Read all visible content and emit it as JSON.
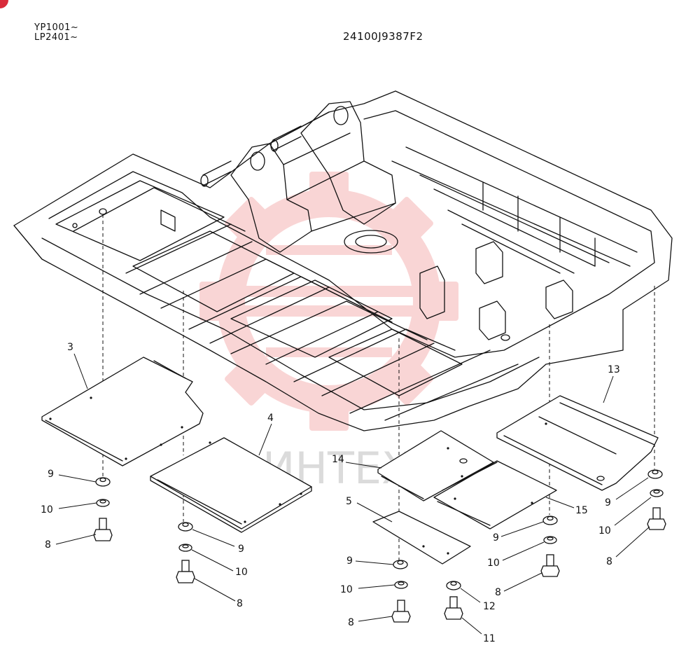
{
  "header": {
    "serial_range_1": "YP1001~",
    "serial_range_2": "LP2401~",
    "drawing_number": "24100J9387F2"
  },
  "watermark": {
    "text": "ИНТЕХ",
    "color": "#f08a8a"
  },
  "callouts": {
    "c3": "3",
    "c4": "4",
    "c5": "5",
    "c13": "13",
    "c14": "14",
    "c15": "15",
    "c9a": "9",
    "c10a": "10",
    "c8a": "8",
    "c9b": "9",
    "c10b": "10",
    "c8b": "8",
    "c9c": "9",
    "c10c": "10",
    "c8c": "8",
    "c12": "12",
    "c11": "11",
    "c9d": "9",
    "c10d": "10",
    "c8d": "8",
    "c9e": "9",
    "c10e": "10",
    "c8e": "8"
  },
  "colors": {
    "line": "#111111",
    "background": "#ffffff",
    "corner_mark": "#d92b3a"
  }
}
